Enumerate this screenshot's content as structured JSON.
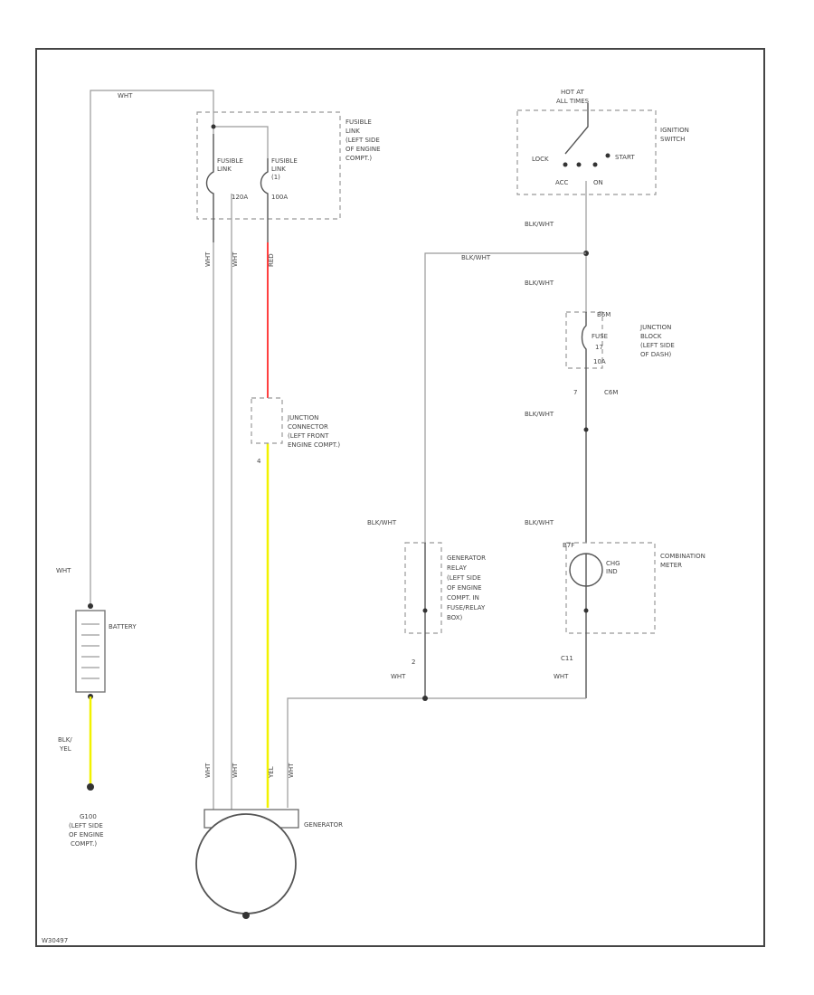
{
  "diagram": {
    "colors": {
      "wire": "#9a9a9a",
      "frame": "#444444",
      "red_wire": "#ff4040",
      "yellow_wire": "#f2f200"
    },
    "wires": {
      "top_left": "WHT",
      "fusible_out_1": "WHT",
      "fusible_out_2": "WHT",
      "fusible_out_red": "RED",
      "black_wht_top": "BLK/WHT",
      "black_wht_branch": "BLK/WHT",
      "black_wht_mid": "BLK/WHT",
      "black_wht_lower": "BLK/WHT",
      "black_wht_relay": "BLK/WHT",
      "black_wht_meter": "BLK/WHT",
      "battery_wht": "WHT",
      "battery_blk": "BLK/",
      "battery_yel": "YEL",
      "bottom_wht_left": "WHT",
      "bottom_wht_right": "WHT",
      "gen_1": "WHT",
      "gen_2": "WHT",
      "gen_3": "YEL",
      "gen_4": "WHT"
    },
    "fusible_link": {
      "title_lines": [
        "FUSIBLE",
        "LINK",
        "(LEFT SIDE",
        "OF ENGINE",
        "COMPT.)"
      ],
      "left_name": "FUSIBLE",
      "left_sub": "LINK",
      "left_amp": "120A",
      "right_name": "FUSIBLE",
      "right_sub": "LINK",
      "right_num": "(1)",
      "right_amp": "100A"
    },
    "ignition_switch": {
      "hot_at": "HOT AT",
      "all_times": "ALL TIMES",
      "title_lines": [
        "IGNITION",
        "SWITCH"
      ],
      "lock": "LOCK",
      "start": "START",
      "acc": "ACC",
      "on": "ON"
    },
    "junction_block": {
      "connector": "B6M",
      "fuse": "FUSE",
      "fuse_num": "17",
      "amp": "10A",
      "pin": "7",
      "out_connector": "C6M",
      "title_lines": [
        "JUNCTION",
        "BLOCK",
        "(LEFT SIDE",
        "OF DASH)"
      ]
    },
    "junction_connector": {
      "title_lines": [
        "JUNCTION",
        "CONNECTOR",
        "(LEFT FRONT",
        "ENGINE COMPT.)"
      ],
      "pin": "4"
    },
    "generator_relay": {
      "title_lines": [
        "GENERATOR",
        "RELAY",
        "(LEFT SIDE",
        "OF ENGINE",
        "COMPT. IN",
        "FUSE/RELAY",
        "BOX)"
      ],
      "pin": "2"
    },
    "combination_meter": {
      "title_lines": [
        "COMBINATION",
        "METER"
      ],
      "connector": "B7F",
      "lamp_line1": "CHG",
      "lamp_line2": "IND",
      "pin": "C11"
    },
    "battery": {
      "label": "BATTERY",
      "ground_lines": [
        "G100",
        "(LEFT SIDE",
        "OF ENGINE",
        "COMPT.)"
      ]
    },
    "generator": {
      "label": "GENERATOR"
    },
    "footer_code": "W30497"
  }
}
